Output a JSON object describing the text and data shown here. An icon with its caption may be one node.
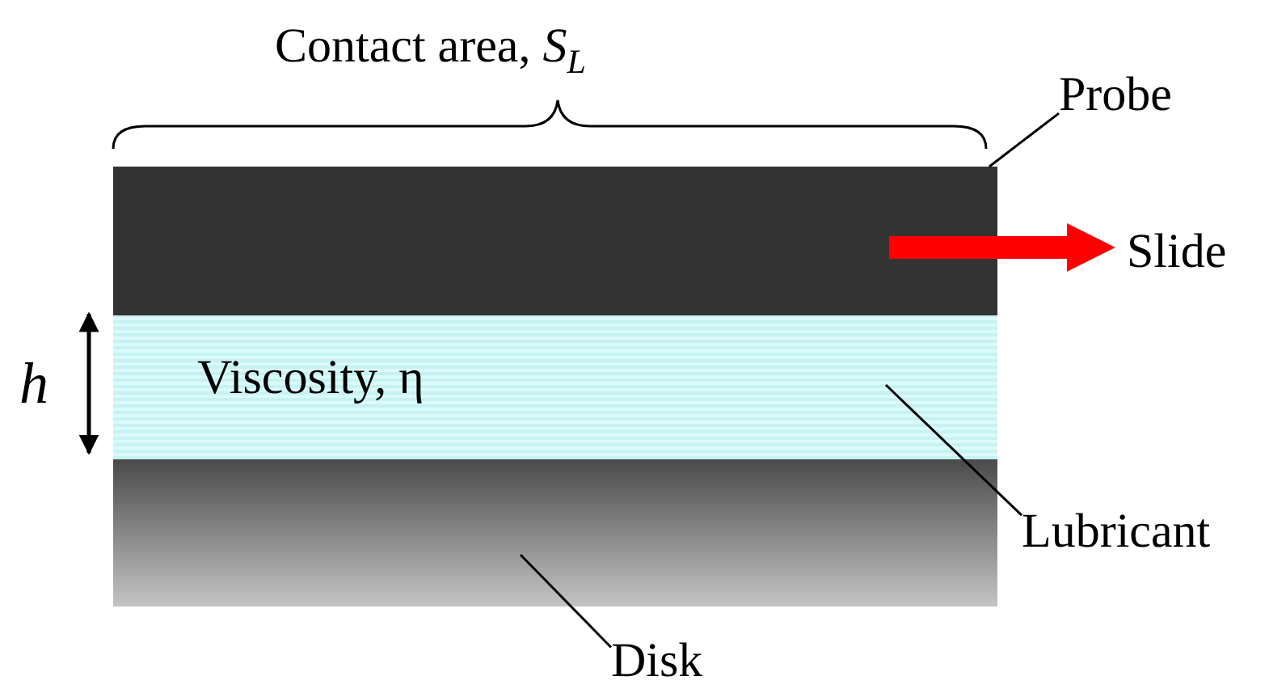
{
  "diagram": {
    "nodes": [
      {
        "text": [
          "Probe"
        ]
      },
      {
        "text": [],
        "shape": "bar"
      },
      {
        "text": [
          "Viscosity, η"
        ]
      },
      {
        "text": [
          "Lubricant"
        ]
      },
      {
        "text": [],
        "shape": "bar"
      },
      {
        "text": [
          "Disk"
        ]
      }
    ],
    "edges": [
      {
        "from": 0,
        "to": 1,
        "arrow": "none"
      },
      {
        "from": 3,
        "to": 2,
        "arrow": "none"
      },
      {
        "from": 5,
        "to": 4,
        "arrow": "none"
      }
    ],
    "labels": [
      "Contact area, *S*$_{L}$",
      "Slide",
      "h"
    ]
  }
}
